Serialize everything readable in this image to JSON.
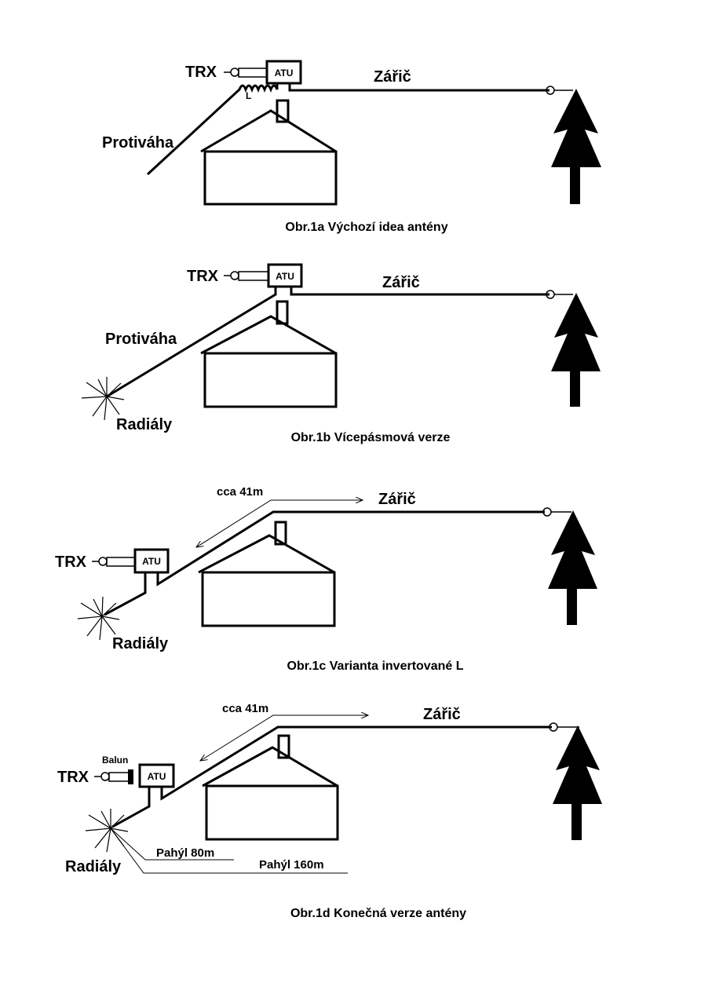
{
  "labels": {
    "trx": "TRX",
    "atu": "ATU",
    "radiator": "Zářič",
    "counterpoise": "Protiváha",
    "radials": "Radiály",
    "coil": "L",
    "length": "cca 41m",
    "balun": "Balun",
    "stub80": "Pahýl 80m",
    "stub160": "Pahýl 160m"
  },
  "captions": {
    "fig_1a": "Obr.1a  Výchozí idea antény",
    "fig_1b": "Obr.1b  Vícepásmová verze",
    "fig_1c": "Obr.1c  Varianta invertované L",
    "fig_1d": "Obr.1d  Konečná verze antény"
  }
}
